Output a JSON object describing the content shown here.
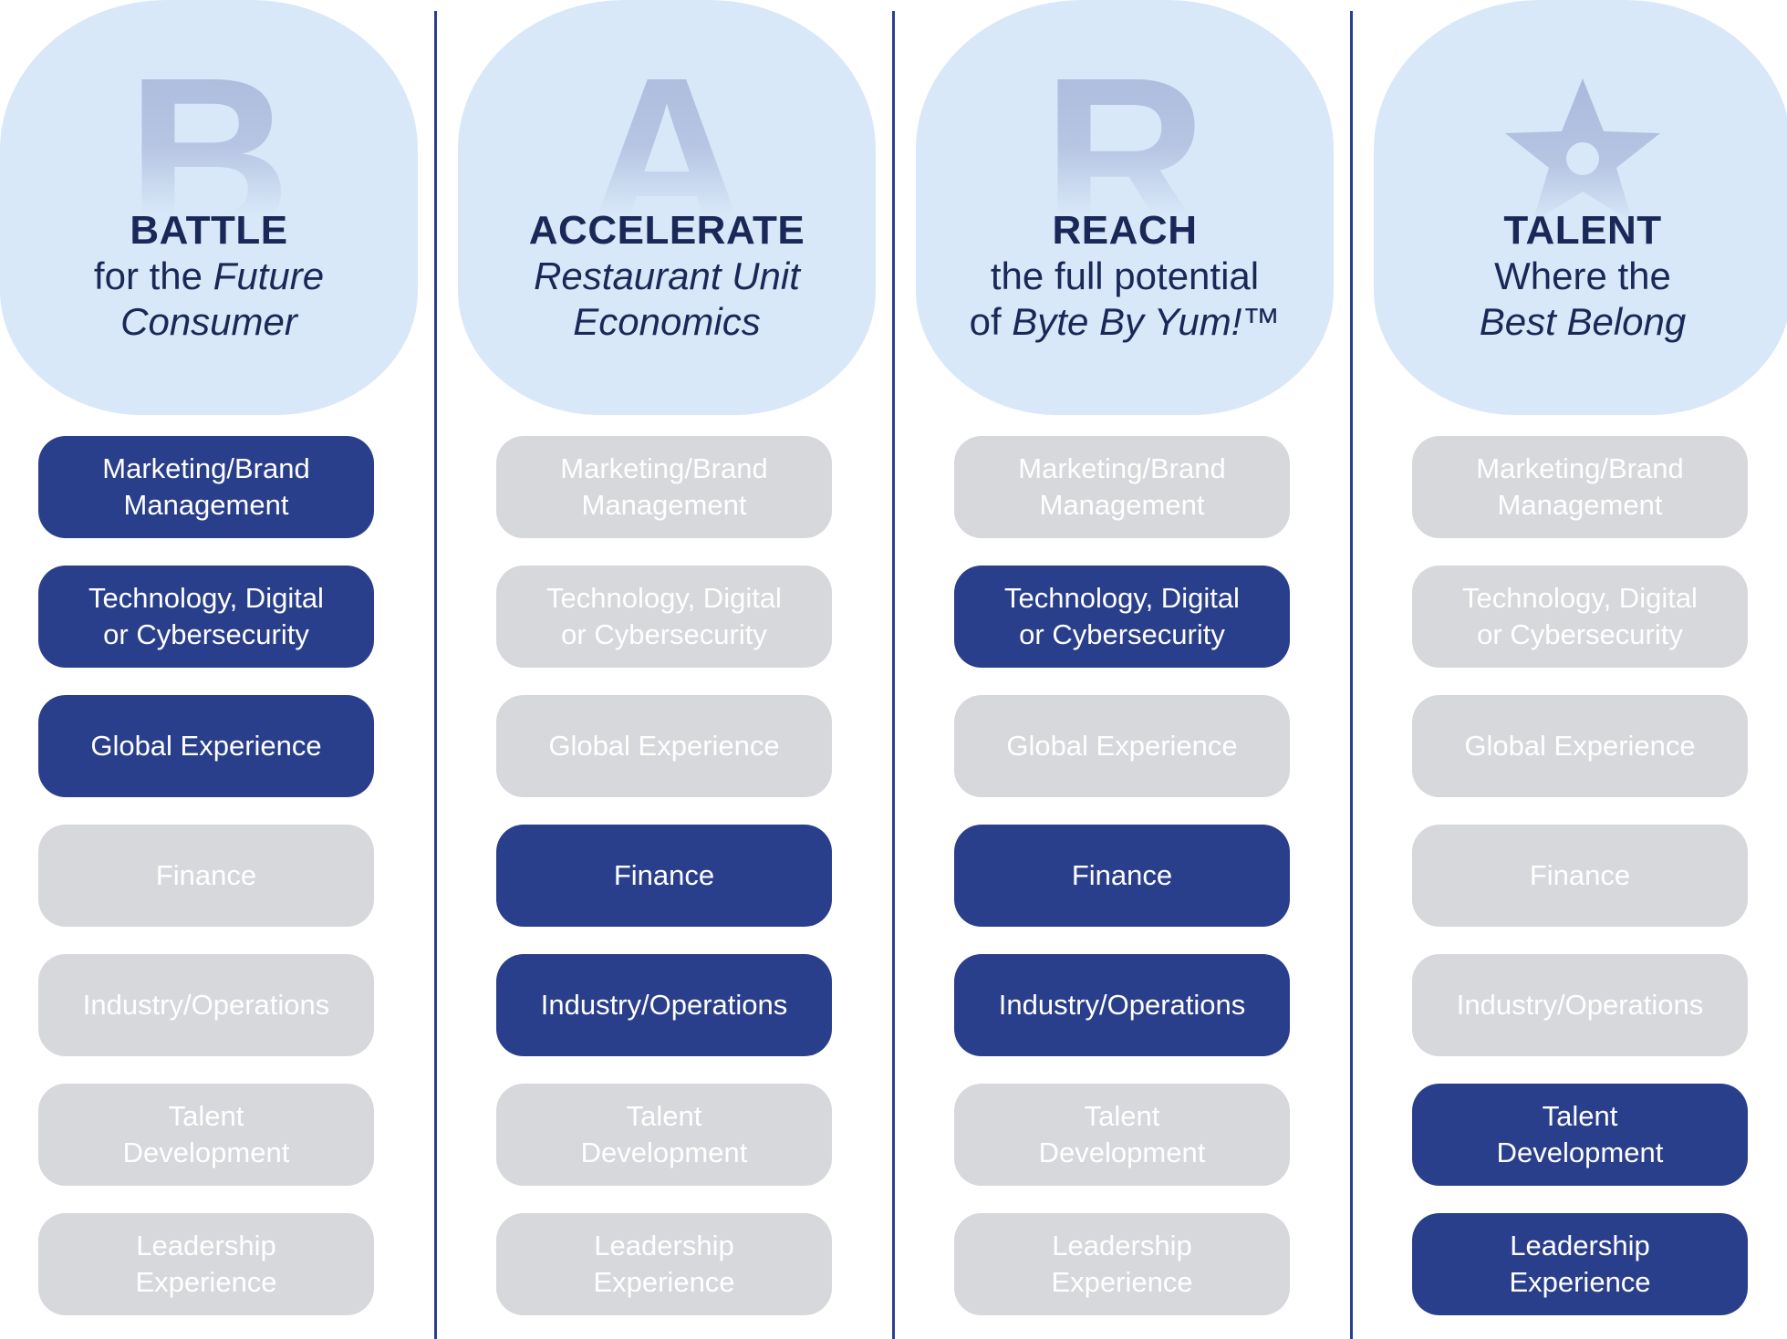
{
  "colors": {
    "active_pill": "#2a3f8c",
    "inactive_pill": "#d7d8db",
    "header_blob": "#d8e8f8",
    "header_text": "#1a2858",
    "divider": "#2b3f8c"
  },
  "columns": [
    {
      "letter": "B",
      "title": "BATTLE",
      "line1_plain": "for the ",
      "line1_italic": "Future",
      "line2_plain": "",
      "line2_italic": "Consumer",
      "line2_suffix": "",
      "skills": [
        {
          "label": "Marketing/Brand\nManagement",
          "active": true
        },
        {
          "label": "Technology, Digital\nor Cybersecurity",
          "active": true
        },
        {
          "label": "Global Experience",
          "active": true
        },
        {
          "label": "Finance",
          "active": false
        },
        {
          "label": "Industry/Operations",
          "active": false
        },
        {
          "label": "Talent\nDevelopment",
          "active": false
        },
        {
          "label": "Leadership\nExperience",
          "active": false
        }
      ]
    },
    {
      "letter": "A",
      "title": "ACCELERATE",
      "line1_plain": "",
      "line1_italic": "Restaurant Unit",
      "line2_plain": "",
      "line2_italic": "Economics",
      "line2_suffix": "",
      "skills": [
        {
          "label": "Marketing/Brand\nManagement",
          "active": false
        },
        {
          "label": "Technology, Digital\nor Cybersecurity",
          "active": false
        },
        {
          "label": "Global Experience",
          "active": false
        },
        {
          "label": "Finance",
          "active": true
        },
        {
          "label": "Industry/Operations",
          "active": true
        },
        {
          "label": "Talent\nDevelopment",
          "active": false
        },
        {
          "label": "Leadership\nExperience",
          "active": false
        }
      ]
    },
    {
      "letter": "R",
      "title": "REACH",
      "line1_plain": "the full potential",
      "line1_italic": "",
      "line2_plain": "of ",
      "line2_italic": "Byte By Yum!",
      "line2_suffix": "™",
      "skills": [
        {
          "label": "Marketing/Brand\nManagement",
          "active": false
        },
        {
          "label": "Technology, Digital\nor Cybersecurity",
          "active": true
        },
        {
          "label": "Global Experience",
          "active": false
        },
        {
          "label": "Finance",
          "active": true
        },
        {
          "label": "Industry/Operations",
          "active": true
        },
        {
          "label": "Talent\nDevelopment",
          "active": false
        },
        {
          "label": "Leadership\nExperience",
          "active": false
        }
      ]
    },
    {
      "letter": "star",
      "title": "TALENT",
      "line1_plain": "Where the",
      "line1_italic": "",
      "line2_plain": "",
      "line2_italic": "Best Belong",
      "line2_suffix": "",
      "skills": [
        {
          "label": "Marketing/Brand\nManagement",
          "active": false
        },
        {
          "label": "Technology, Digital\nor Cybersecurity",
          "active": false
        },
        {
          "label": "Global Experience",
          "active": false
        },
        {
          "label": "Finance",
          "active": false
        },
        {
          "label": "Industry/Operations",
          "active": false
        },
        {
          "label": "Talent\nDevelopment",
          "active": true
        },
        {
          "label": "Leadership\nExperience",
          "active": true
        }
      ]
    }
  ]
}
